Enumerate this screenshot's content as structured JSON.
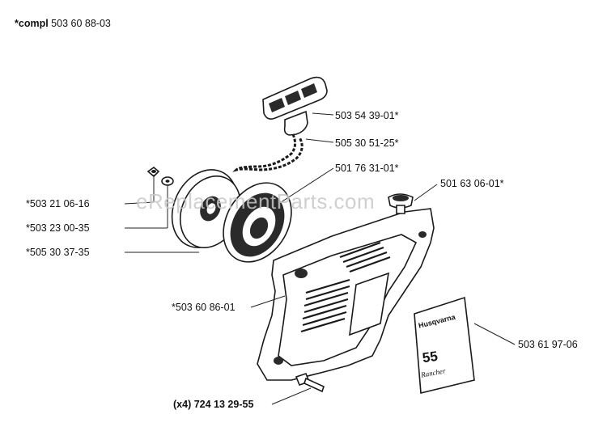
{
  "header": {
    "prefix": "*compl",
    "number": "503 60 88-03"
  },
  "watermark": "eReplacementParts.com",
  "decal": {
    "brand": "Husqvarna",
    "model": "55",
    "name": "Rancher"
  },
  "parts": [
    {
      "id": "handle",
      "label": "503 54 39-01*"
    },
    {
      "id": "rope",
      "label": "505 30 51-25*"
    },
    {
      "id": "spring",
      "label": "501 76 31-01*"
    },
    {
      "id": "grommet",
      "label": "501 63 06-01*"
    },
    {
      "id": "screw-small",
      "label": "*503 21 06-16"
    },
    {
      "id": "washer",
      "label": "*503 23 00-35"
    },
    {
      "id": "pulley",
      "label": "*505 30 37-35"
    },
    {
      "id": "housing",
      "label": "*503 60 86-01"
    },
    {
      "id": "decal",
      "label": "503 61 97-06"
    },
    {
      "id": "screw",
      "qty": "(x4)",
      "label": "724 13 29-55"
    }
  ]
}
